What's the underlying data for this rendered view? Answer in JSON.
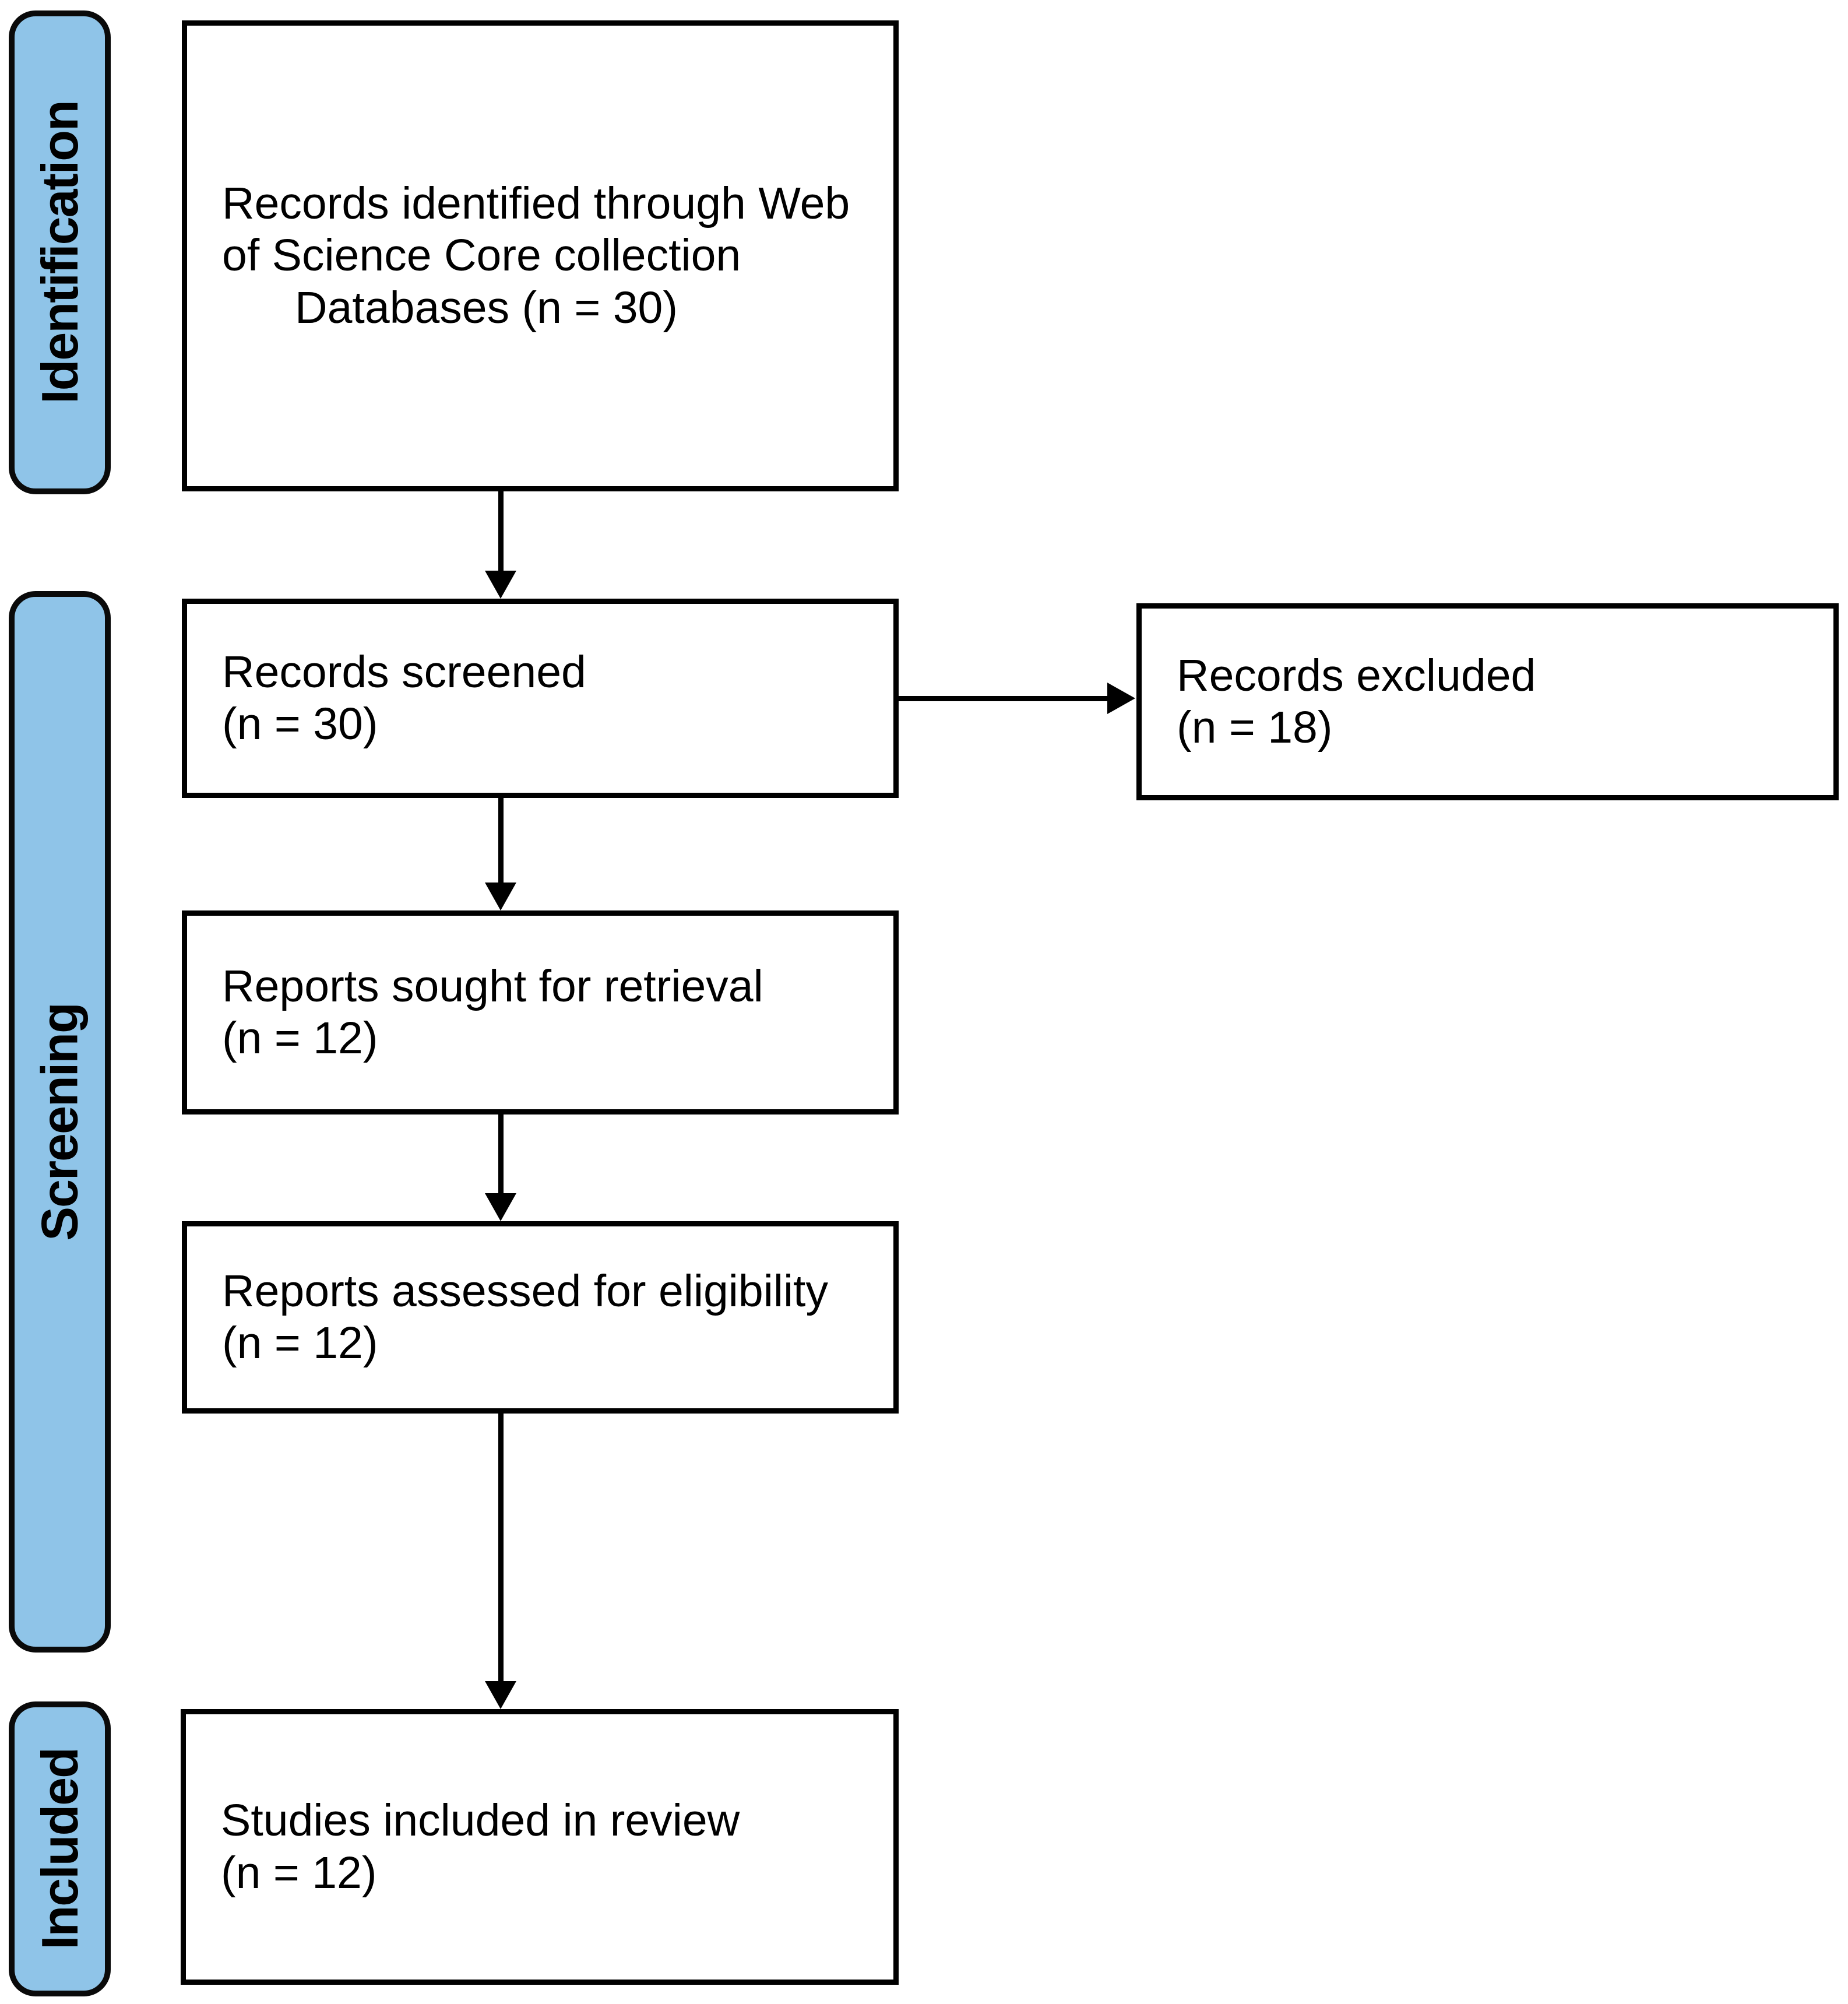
{
  "stages": {
    "identification": "Identification",
    "screening": "Screening",
    "included": "Included"
  },
  "boxes": {
    "identified": {
      "line1": "Records identified through Web",
      "line2": "of Science Core collection",
      "line3": "Databases (n = 30)"
    },
    "screened": {
      "line1": "Records screened",
      "line2": "(n = 30)"
    },
    "excluded": {
      "line1": "Records excluded",
      "line2": "(n = 18)"
    },
    "sought": {
      "line1": "Reports sought for retrieval",
      "line2": "(n = 12)"
    },
    "assessed": {
      "line1": "Reports assessed for eligibility",
      "line2": "(n = 12)"
    },
    "included_review": {
      "line1": "Studies included in review",
      "line2": "(n = 12)"
    }
  },
  "colors": {
    "stage_fill": "#8FC4E8",
    "stage_border": "#0A0A0A",
    "box_border": "#000000",
    "arrow": "#000000",
    "text": "#000000",
    "background": "#FFFFFF"
  }
}
